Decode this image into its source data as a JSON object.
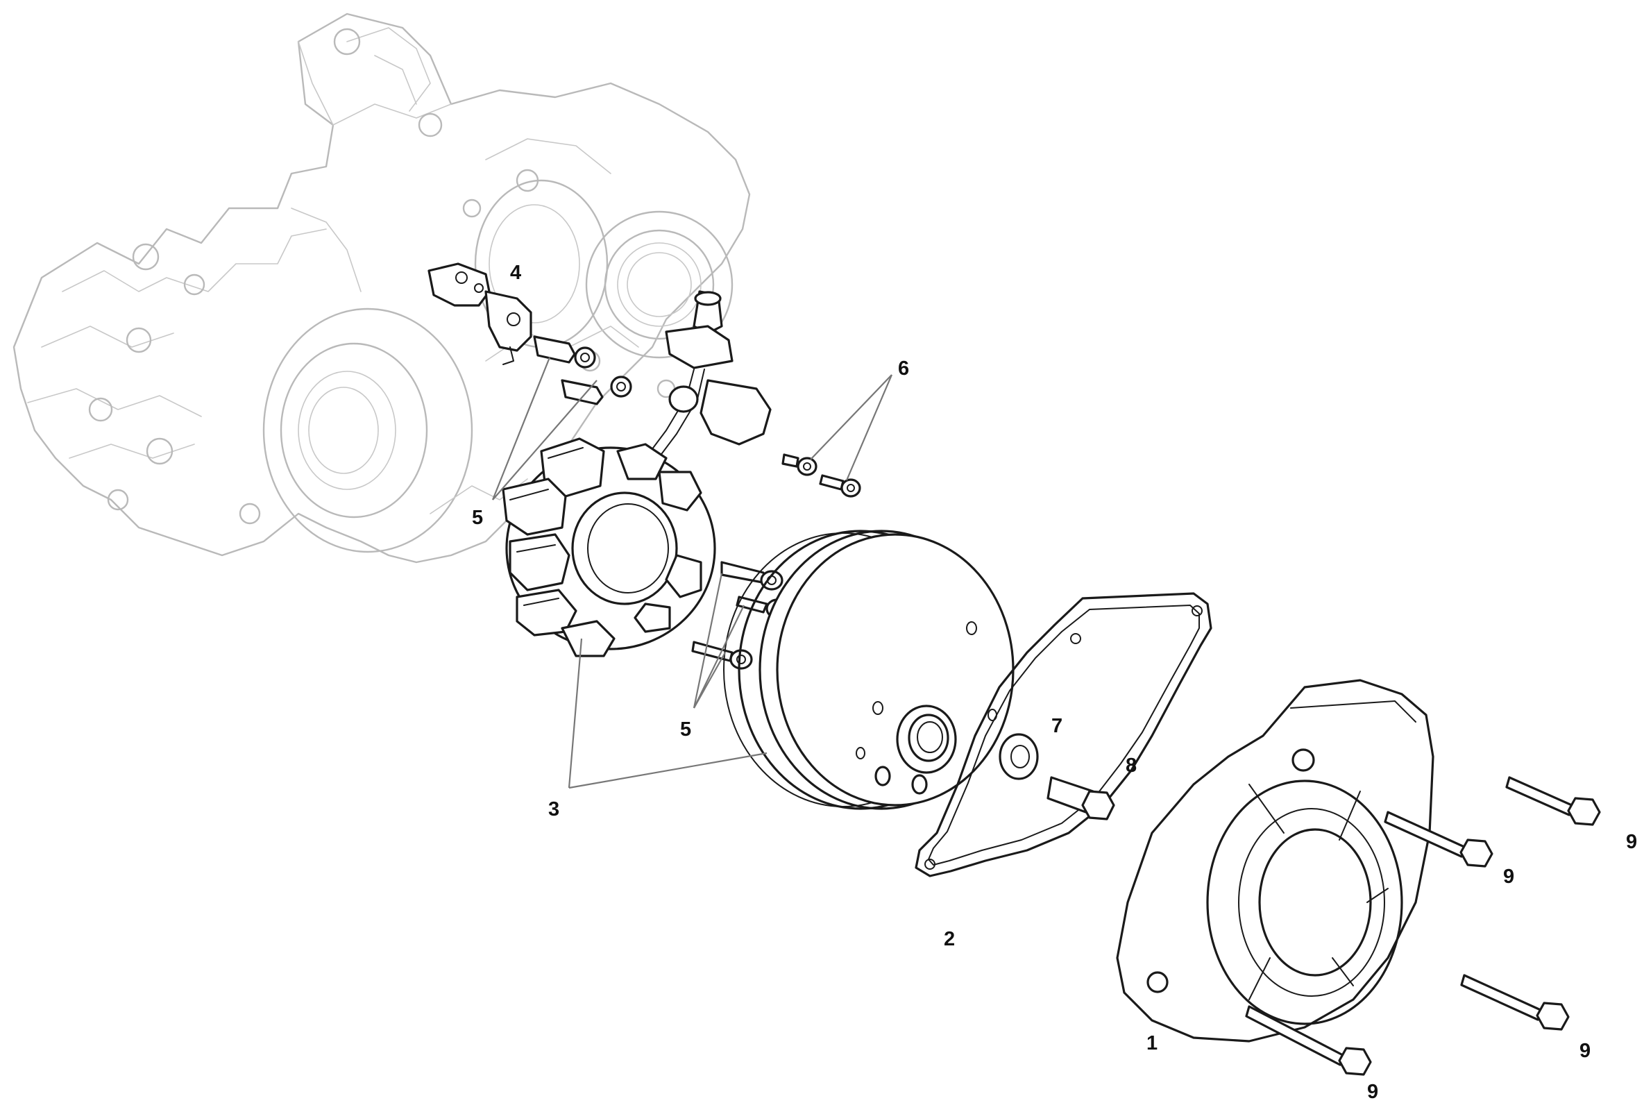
{
  "callouts": {
    "cover": "1",
    "gasket": "2",
    "stator_rotor": "3",
    "sensor": "4",
    "screws_upper": "5",
    "screws_lower": "5",
    "screws_6": "6",
    "washer": "7",
    "nut": "8",
    "bolt_a": "9",
    "bolt_b": "9",
    "bolt_c": "9",
    "bolt_d": "9"
  }
}
